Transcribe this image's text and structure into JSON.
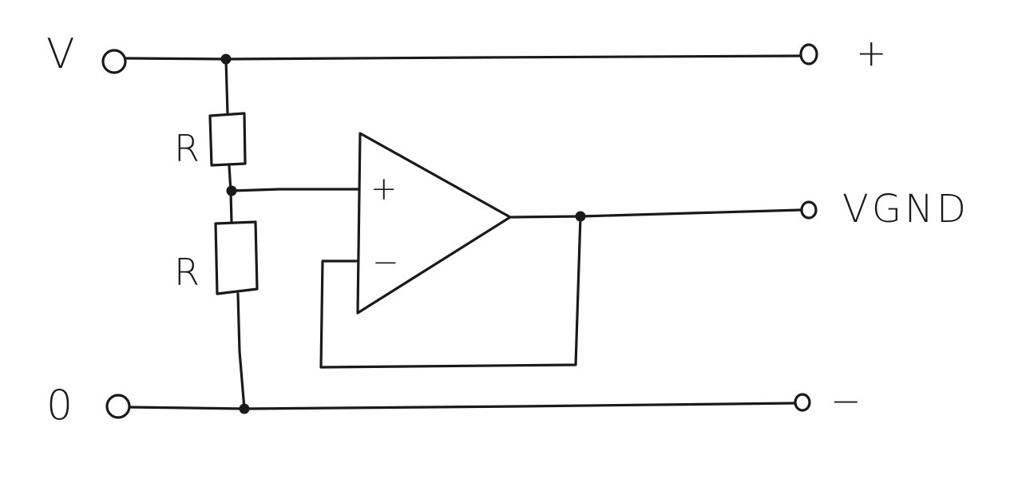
{
  "labels": {
    "input_v": "V",
    "input_0": "0",
    "out_plus": "+",
    "out_vgnd": "VGND",
    "out_minus": "−",
    "r_top": "R",
    "r_bottom": "R",
    "opamp_plus": "+",
    "opamp_minus": "−"
  },
  "colors": {
    "ink": "#1a1a1a",
    "background": "#ffffff"
  }
}
